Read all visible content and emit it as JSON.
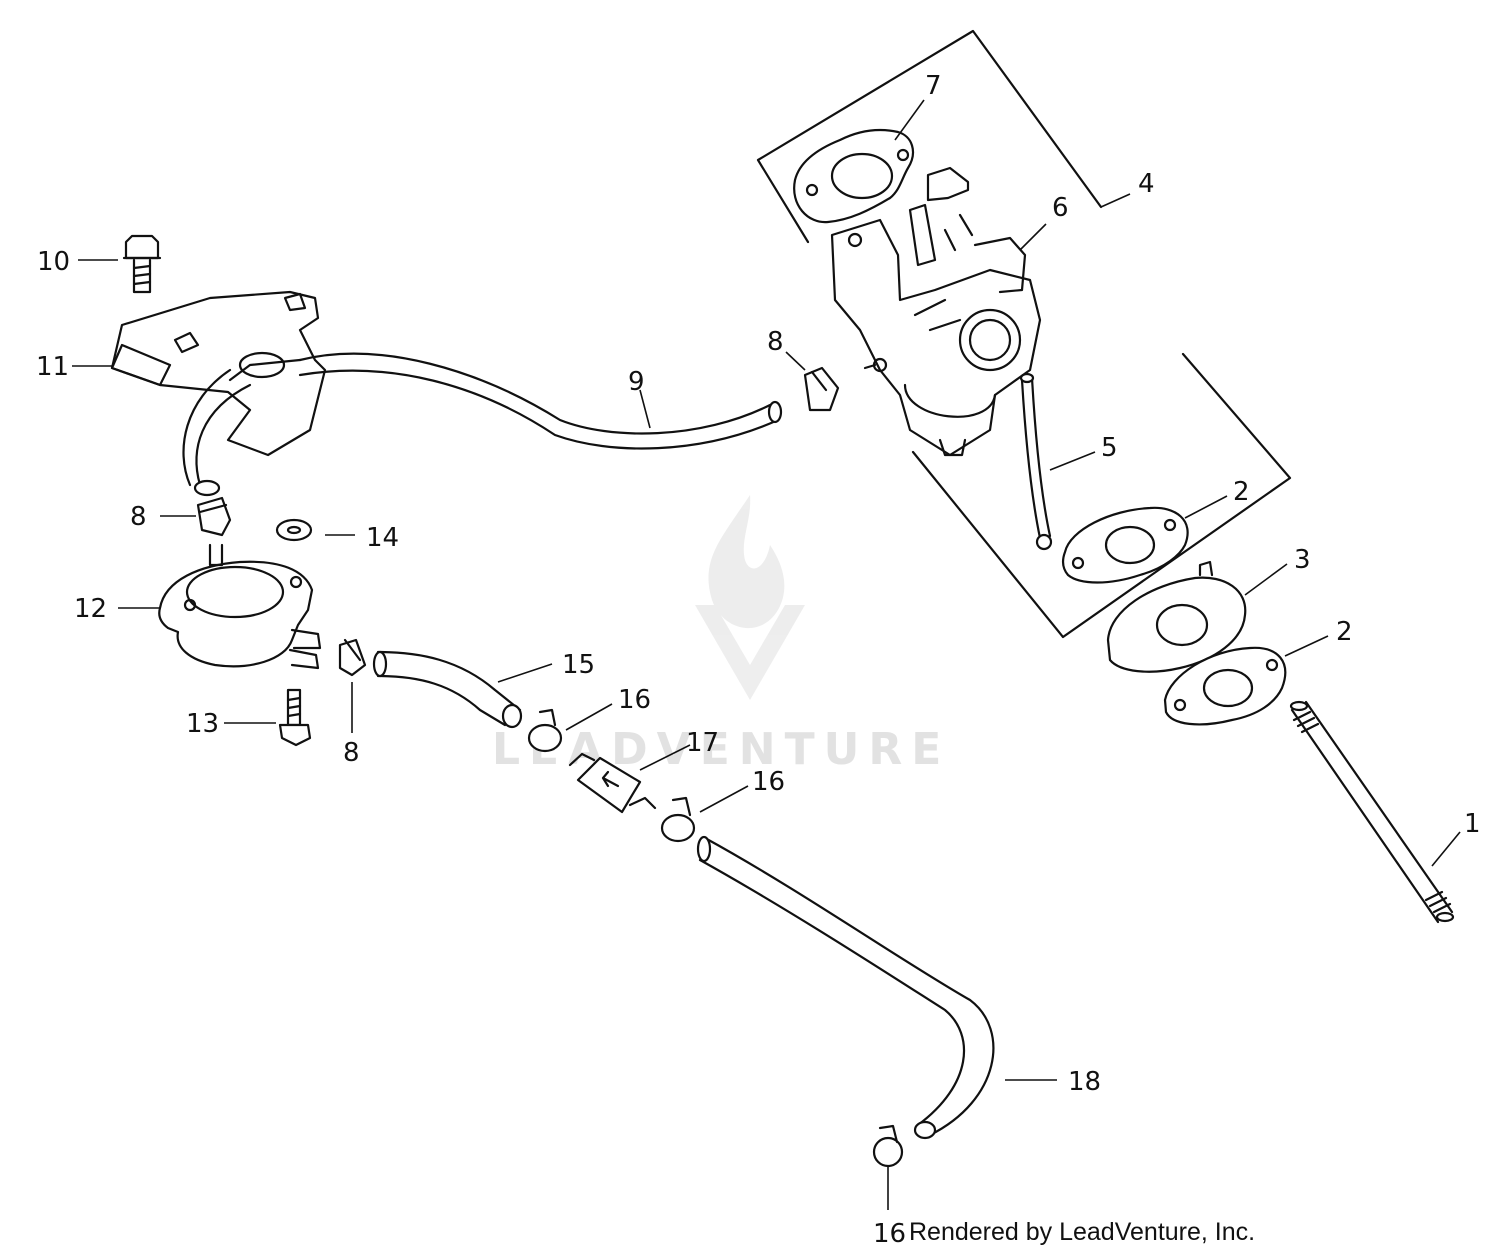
{
  "watermark": {
    "text": "LEADVENTURE"
  },
  "credit": "Rendered by LeadVenture, Inc.",
  "callouts": {
    "c1": "1",
    "c2a": "2",
    "c2b": "2",
    "c3": "3",
    "c4": "4",
    "c5": "5",
    "c6": "6",
    "c7": "7",
    "c8a": "8",
    "c8b": "8",
    "c8c": "8",
    "c9": "9",
    "c10": "10",
    "c11": "11",
    "c12": "12",
    "c13": "13",
    "c14": "14",
    "c15": "15",
    "c16a": "16",
    "c16b": "16",
    "c16c": "16",
    "c17": "17",
    "c18": "18"
  }
}
